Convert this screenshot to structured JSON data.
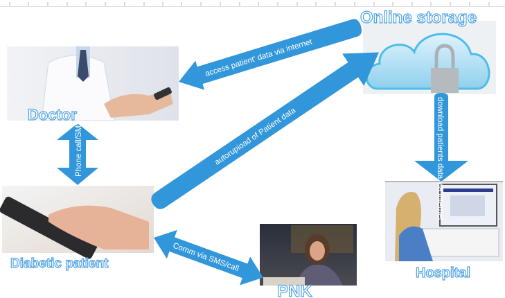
{
  "nodes": {
    "online_storage": "Online storage",
    "doctor": "Doctor",
    "patient": "Diabetic patient",
    "pnk": "PNK",
    "hospital": "Hospital"
  },
  "arrows": {
    "access": "access patient' data via internet",
    "upload": "autorupioad of Patient data",
    "phone": "Phone call/SMS",
    "download": "download patients data via internet",
    "comm": "Comm via SMS/call"
  },
  "colors": {
    "arrow": "#3296db",
    "label_outline": "#4fa3e3"
  }
}
